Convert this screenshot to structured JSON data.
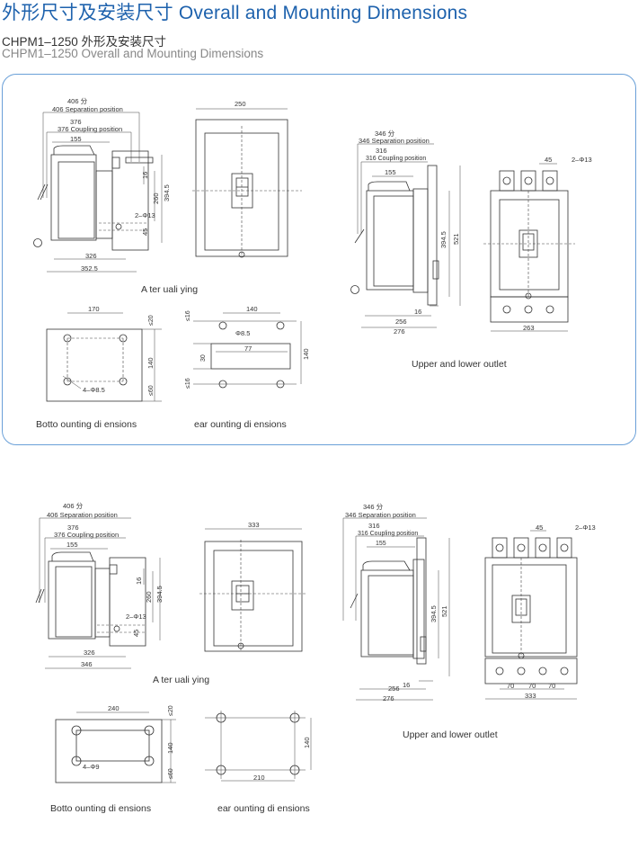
{
  "header": {
    "title": "外形尺寸及安装尺寸 Overall and Mounting Dimensions",
    "subtitle_cn": "CHPM1–1250 外形及安装尺寸",
    "subtitle_en": "CHPM1–1250 Overall and Mounting Dimensions"
  },
  "panel1": {
    "side": {
      "sep": "406  分",
      "sep_en": "406   Separation position",
      "coup": "376",
      "coup_en": "376   Coupling position",
      "w155": "155",
      "h16": "16",
      "h260": "260",
      "h3945": "394.5",
      "hole": "2–Φ13",
      "h45": "45",
      "w326": "326",
      "w3525": "352.5"
    },
    "front": {
      "w250": "250"
    },
    "caption_front": "A   ter    uali   ying",
    "bottom": {
      "w170": "170",
      "h20": "≤20",
      "h140": "140",
      "h60": "≤60",
      "hole": "4–Φ8.5"
    },
    "rear": {
      "h16a": "≤16",
      "w140": "140",
      "hole": "Φ8.5",
      "w77": "77",
      "h30": "30",
      "h140": "140",
      "h16b": "≤16"
    },
    "caption_bottom": "Botto        ounting di     ensions",
    "caption_rear": "ear     ounting di     ensions",
    "outlet_side": {
      "sep": "346  分",
      "sep_en": "346   Separation position",
      "coup": "316",
      "coup_en": "316   Coupling position",
      "w155": "155",
      "h3945": "394.5",
      "h521": "521",
      "h16": "16",
      "w256": "256",
      "w276": "276"
    },
    "outlet_front": {
      "w45": "45",
      "hole": "2–Φ13",
      "w263": "263"
    },
    "caption_outlet": "Upper and lower outlet"
  },
  "panel2": {
    "side": {
      "sep": "406  分",
      "sep_en": "406   Separation position",
      "coup": "376",
      "coup_en": "376   Coupling position",
      "w155": "155",
      "h16": "16",
      "h260": "260",
      "h3945": "394.5",
      "hole": "2–Φ13",
      "h45": "45",
      "w326": "326",
      "w346": "346"
    },
    "front": {
      "w333": "333"
    },
    "caption_front": "A   ter    uali   ying",
    "bottom": {
      "w240": "240",
      "h20": "≤20",
      "h140": "140",
      "h60": "≤60",
      "hole": "4–Φ9"
    },
    "rear": {
      "h140": "140",
      "w210": "210"
    },
    "caption_bottom": "Botto        ounting di     ensions",
    "caption_rear": "ear     ounting di     ensions",
    "outlet_side": {
      "sep": "346  分",
      "sep_en": "346   Separation position",
      "coup": "316",
      "coup_en": "316   Coupling position",
      "w155": "155",
      "h3945": "394.5",
      "h521": "521",
      "h16": "16",
      "w256": "256",
      "w276": "276"
    },
    "outlet_front": {
      "w45": "45",
      "hole": "2–Φ13",
      "w70a": "70",
      "w70b": "70",
      "w70c": "70",
      "w333": "333"
    },
    "caption_outlet": "Upper and lower outlet"
  }
}
